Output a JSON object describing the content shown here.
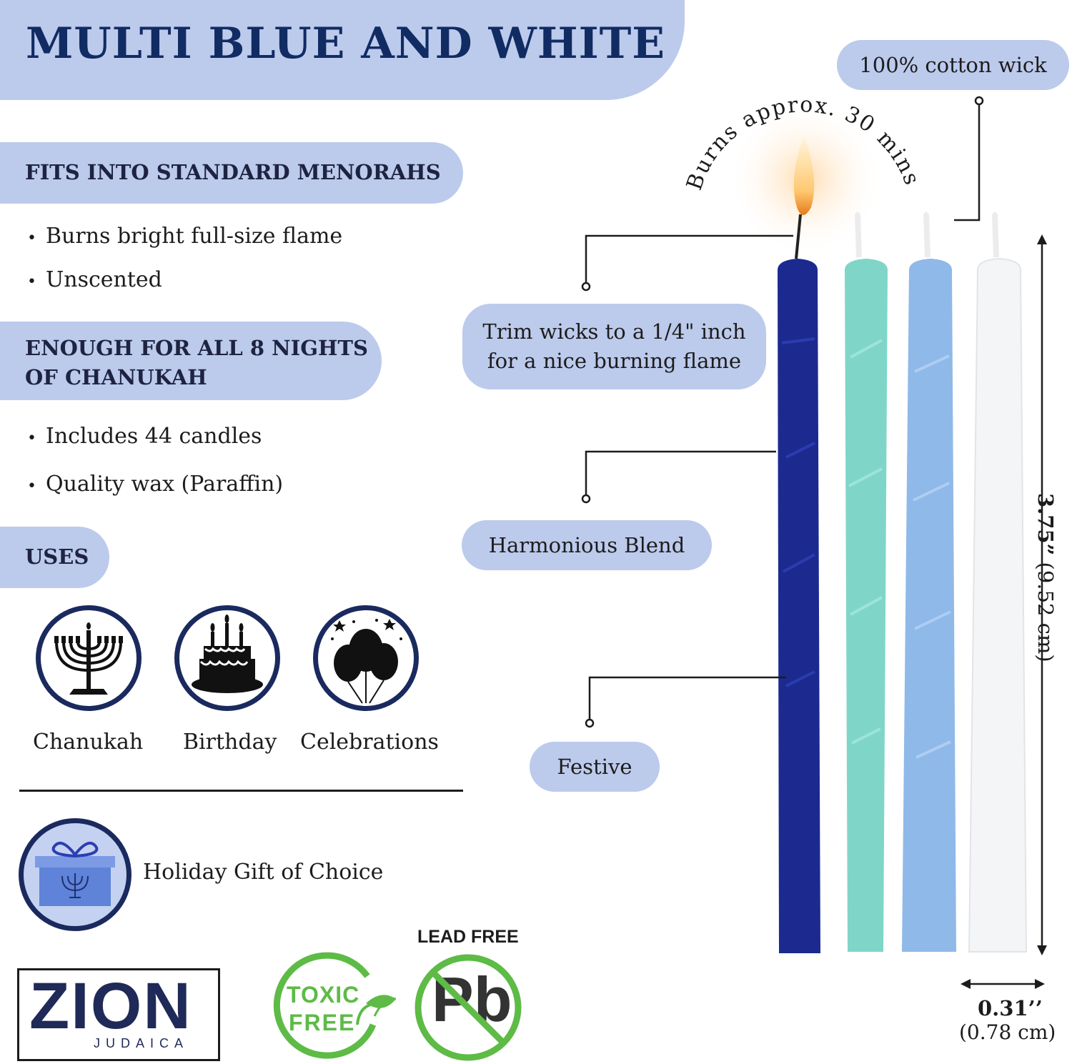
{
  "title": "MULTI BLUE AND WHITE",
  "sections": {
    "fits": {
      "heading": "FITS INTO STANDARD MENORAHS",
      "bullets": [
        "Burns bright full-size flame",
        "Unscented"
      ]
    },
    "enough": {
      "heading_line1": "ENOUGH FOR ALL 8 NIGHTS",
      "heading_line2": "OF CHANUKAH",
      "bullets": [
        "Includes 44 candles",
        "Quality wax (Paraffin)"
      ]
    },
    "uses": {
      "heading": "USES",
      "items": [
        {
          "label": "Chanukah",
          "icon": "menorah-icon"
        },
        {
          "label": "Birthday",
          "icon": "birthday-cake-icon"
        },
        {
          "label": "Celebrations",
          "icon": "balloons-icon"
        }
      ]
    }
  },
  "gift": {
    "label": "Holiday Gift of Choice",
    "icon": "gift-box-icon"
  },
  "badges": {
    "brand_main": "ZION",
    "brand_sub": "JUDAICA",
    "toxic_line1": "TOXIC",
    "toxic_line2": "FREE",
    "lead_free": "LEAD FREE",
    "lead_symbol": "Pb"
  },
  "callouts": {
    "wick": "100% cotton wick",
    "burn_time": "Burns approx. 30 mins",
    "trim_line1": "Trim wicks to a 1/4\" inch",
    "trim_line2": "for a nice burning flame",
    "blend": "Harmonious Blend",
    "festive": "Festive"
  },
  "dimensions": {
    "height_main": "3.75”",
    "height_sub": "(9.52 cm)",
    "width_main": "0.31’’",
    "width_sub": "(0.78 cm)"
  },
  "colors": {
    "banner": "#bccaec",
    "title": "#112b63",
    "navy_candle": "#1c2a8f",
    "teal_candle": "#7fd6c8",
    "light_blue_candle": "#8fb9e8",
    "white_candle": "#f4f5f7",
    "toxic_green": "#5dbb46"
  }
}
